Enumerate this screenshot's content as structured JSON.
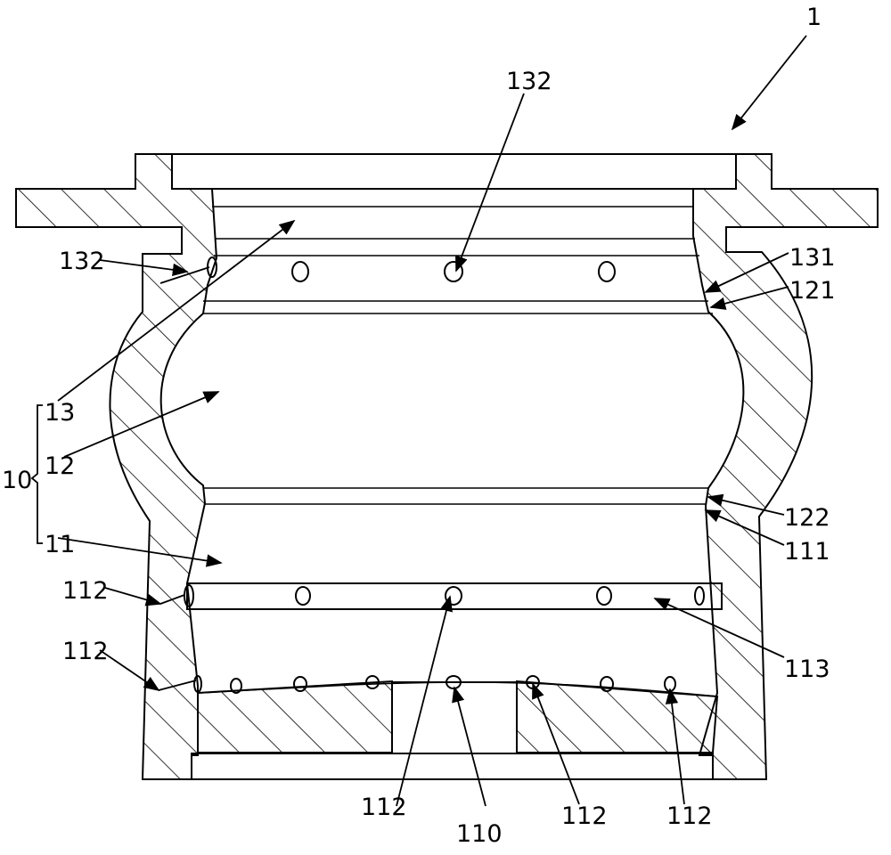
{
  "labels": {
    "l1": "1",
    "l132a": "132",
    "l132b": "132",
    "l131": "131",
    "l121": "121",
    "l13": "13",
    "l12": "12",
    "l10": "10",
    "l11": "11",
    "l122": "122",
    "l111": "111",
    "l112a": "112",
    "l113": "113",
    "l112b": "112",
    "l112c": "112",
    "l110": "110",
    "l112d": "112",
    "l112e": "112"
  }
}
